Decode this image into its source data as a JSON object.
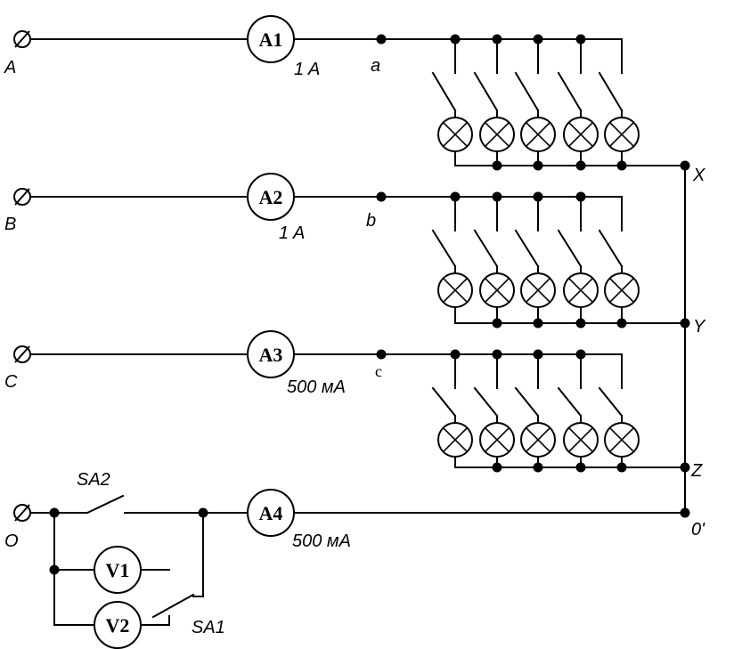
{
  "terminals": [
    {
      "id": "A",
      "label": "A"
    },
    {
      "id": "B",
      "label": "B"
    },
    {
      "id": "C",
      "label": "C"
    },
    {
      "id": "O",
      "label": "O"
    }
  ],
  "ammeters": [
    {
      "id": "A1",
      "label": "A1",
      "reading": "1 A"
    },
    {
      "id": "A2",
      "label": "A2",
      "reading": "1 A"
    },
    {
      "id": "A3",
      "label": "A3",
      "reading": "500 мА"
    },
    {
      "id": "A4",
      "label": "A4",
      "reading": "500 мА"
    }
  ],
  "voltmeters": [
    {
      "id": "V1",
      "label": "V1"
    },
    {
      "id": "V2",
      "label": "V2"
    }
  ],
  "switches": [
    {
      "id": "SA1",
      "label": "SA1"
    },
    {
      "id": "SA2",
      "label": "SA2"
    }
  ],
  "nodes": {
    "phase_a": "a",
    "phase_b": "b",
    "phase_c": "c",
    "x": "X",
    "y": "Y",
    "z": "Z",
    "neutral": "0'"
  },
  "lamp_groups": [
    {
      "phase": "a",
      "lamps": 5
    },
    {
      "phase": "b",
      "lamps": 5
    },
    {
      "phase": "c",
      "lamps": 5
    }
  ]
}
